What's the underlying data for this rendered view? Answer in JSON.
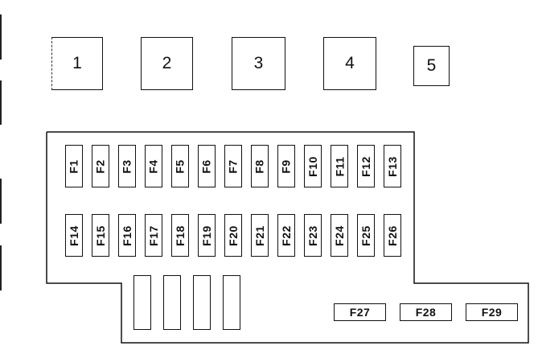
{
  "relays": [
    "1",
    "2",
    "3",
    "4",
    "5"
  ],
  "fuses_row1": [
    "F1",
    "F2",
    "F3",
    "F4",
    "F5",
    "F6",
    "F7",
    "F8",
    "F9",
    "F10",
    "F11",
    "F12",
    "F13"
  ],
  "fuses_row2": [
    "F14",
    "F15",
    "F16",
    "F17",
    "F18",
    "F19",
    "F20",
    "F21",
    "F22",
    "F23",
    "F24",
    "F25",
    "F26"
  ],
  "fuses_bottom": [
    "F27",
    "F28",
    "F29"
  ],
  "colors": {
    "line": "#111111",
    "background": "#ffffff"
  }
}
